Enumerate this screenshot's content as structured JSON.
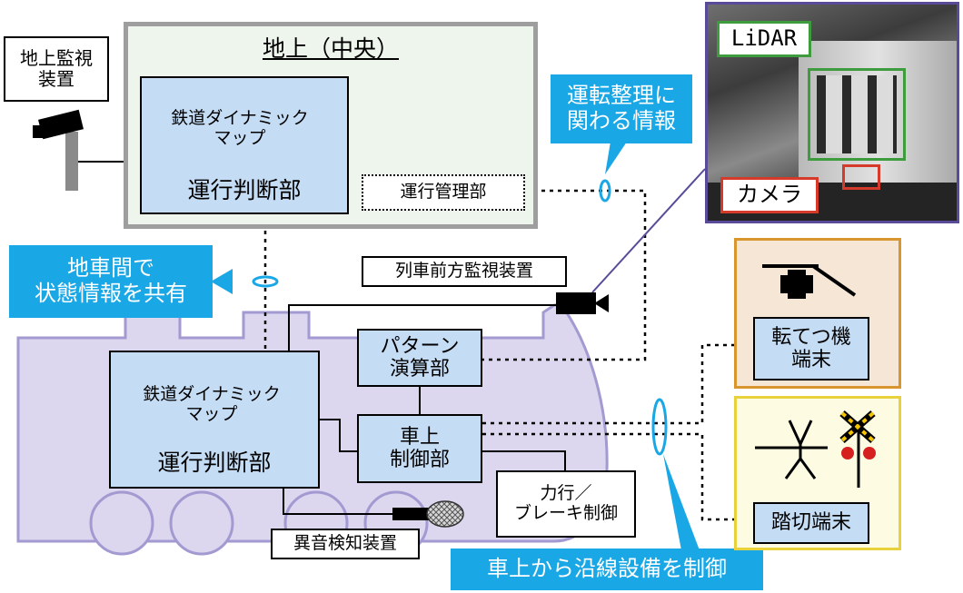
{
  "ground": {
    "title": "地上（中央）",
    "monitor_label": "地上監視\n装置",
    "map_label": "鉄道ダイナミック\nマップ",
    "judgement_label": "運行判断部",
    "ops_label": "運行管理部"
  },
  "train": {
    "map_label": "鉄道ダイナミック\nマップ",
    "judgement_label": "運行判断部",
    "pattern_label": "パターン\n演算部",
    "control_label": "車上\n制御部",
    "power_label": "力行／\nブレーキ制御",
    "front_monitor_label": "列車前方監視装置",
    "sound_label": "異音検知装置"
  },
  "callouts": {
    "shared_state": "地車間で\n状態情報を共有",
    "ops_info": "運転整理に\n関わる情報",
    "wayside_control": "車上から沿線設備を制御"
  },
  "photo": {
    "lidar_label": "LiDAR",
    "camera_label": "カメラ"
  },
  "wayside": {
    "switch_label": "転てつ機\n端末",
    "crossing_label": "踏切端末"
  },
  "colors": {
    "box_fill": "#c5dcf5",
    "callout": "#1aa7e6",
    "train_body": "#dcd7ef",
    "train_outline": "#a29ad0",
    "photo_frame": "#5a4a9a",
    "lidar_frame": "#3e9b3e",
    "camera_frame": "#d63a2a",
    "switch_panel": "#f6e6d6",
    "switch_border": "#d9962f",
    "crossing_panel": "#fdfbe2",
    "crossing_border": "#e8d13a"
  }
}
